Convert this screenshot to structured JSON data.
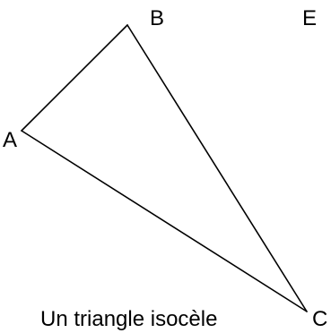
{
  "diagram": {
    "vertices": {
      "A": "A",
      "B": "B",
      "C": "C",
      "E": "E"
    },
    "caption": "Un triangle isocèle",
    "colors": {
      "stroke": "#000000",
      "background": "#ffffff"
    }
  }
}
